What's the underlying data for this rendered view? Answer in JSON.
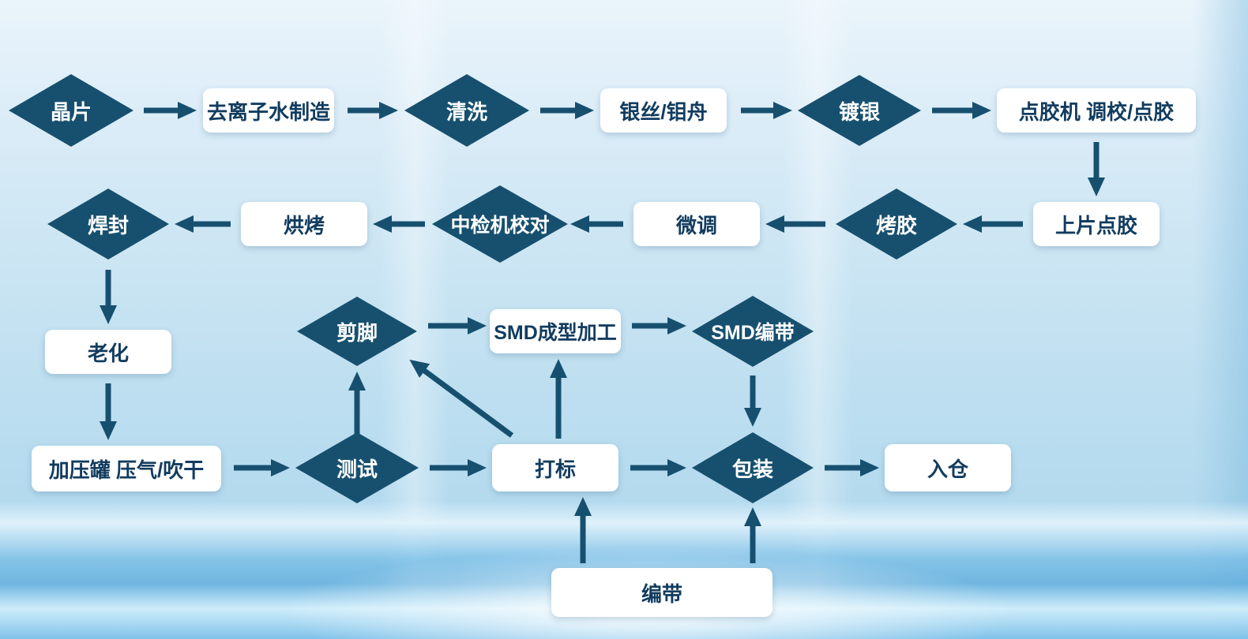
{
  "colors": {
    "diamond": "#17506f",
    "box_bg": "#ffffff",
    "box_text": "#123c5f",
    "arrow": "#17506f",
    "bg_top": "#eaf4fb",
    "bg_bottom": "#a8d4ec"
  },
  "nodes": {
    "chip": {
      "label": "晶片",
      "shape": "diamond"
    },
    "di_water": {
      "label": "去离子水制造",
      "shape": "box"
    },
    "cleaning": {
      "label": "清洗",
      "shape": "diamond"
    },
    "silver_wire": {
      "label": "银丝/钼舟",
      "shape": "box"
    },
    "silver_plating": {
      "label": "镀银",
      "shape": "diamond"
    },
    "dispenser": {
      "label": "点胶机 调校/点胶",
      "shape": "box"
    },
    "chip_dispense": {
      "label": "上片点胶",
      "shape": "box"
    },
    "bake_glue": {
      "label": "烤胶",
      "shape": "diamond"
    },
    "fine_tune": {
      "label": "微调",
      "shape": "box"
    },
    "mid_check": {
      "label": "中检机校对",
      "shape": "diamond"
    },
    "baking": {
      "label": "烘烤",
      "shape": "box"
    },
    "weld_seal": {
      "label": "焊封",
      "shape": "diamond"
    },
    "aging": {
      "label": "老化",
      "shape": "box"
    },
    "pressure_tank": {
      "label": "加压罐 压气/吹干",
      "shape": "box"
    },
    "test": {
      "label": "测试",
      "shape": "diamond"
    },
    "cut_leg": {
      "label": "剪脚",
      "shape": "diamond"
    },
    "smd_forming": {
      "label": "SMD成型加工",
      "shape": "box"
    },
    "smd_taping": {
      "label": "SMD编带",
      "shape": "diamond"
    },
    "marking": {
      "label": "打标",
      "shape": "box"
    },
    "packing": {
      "label": "包装",
      "shape": "diamond"
    },
    "warehouse": {
      "label": "入仓",
      "shape": "box"
    },
    "taping": {
      "label": "编带",
      "shape": "box"
    }
  },
  "edges": [
    {
      "from": "晶片",
      "to": "去离子水制造"
    },
    {
      "from": "去离子水制造",
      "to": "清洗"
    },
    {
      "from": "清洗",
      "to": "银丝/钼舟"
    },
    {
      "from": "银丝/钼舟",
      "to": "镀银"
    },
    {
      "from": "镀银",
      "to": "点胶机 调校/点胶"
    },
    {
      "from": "点胶机 调校/点胶",
      "to": "上片点胶"
    },
    {
      "from": "上片点胶",
      "to": "烤胶"
    },
    {
      "from": "烤胶",
      "to": "微调"
    },
    {
      "from": "微调",
      "to": "中检机校对"
    },
    {
      "from": "中检机校对",
      "to": "烘烤"
    },
    {
      "from": "烘烤",
      "to": "焊封"
    },
    {
      "from": "焊封",
      "to": "老化"
    },
    {
      "from": "老化",
      "to": "加压罐 压气/吹干"
    },
    {
      "from": "加压罐 压气/吹干",
      "to": "测试"
    },
    {
      "from": "测试",
      "to": "打标"
    },
    {
      "from": "测试",
      "to": "剪脚"
    },
    {
      "from": "打标",
      "to": "剪脚"
    },
    {
      "from": "打标",
      "to": "SMD成型加工"
    },
    {
      "from": "剪脚",
      "to": "SMD成型加工"
    },
    {
      "from": "SMD成型加工",
      "to": "SMD编带"
    },
    {
      "from": "SMD编带",
      "to": "包装"
    },
    {
      "from": "包装",
      "to": "入仓"
    },
    {
      "from": "编带",
      "to": "打标"
    },
    {
      "from": "编带",
      "to": "包装"
    }
  ]
}
